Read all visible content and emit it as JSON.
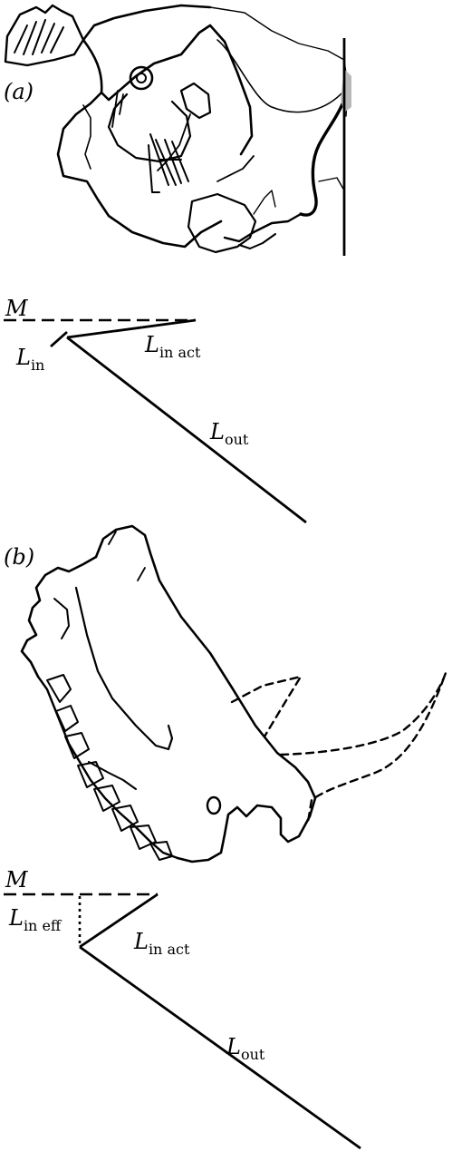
{
  "panel_a": {
    "panel_label": "(a)",
    "moment_label": "M",
    "labels": [
      {
        "id": "l-in",
        "main": "L",
        "sub": "in"
      },
      {
        "id": "l-in-act",
        "main": "L",
        "sub": "in act"
      },
      {
        "id": "l-out",
        "main": "L",
        "sub": "out"
      }
    ]
  },
  "panel_b": {
    "panel_label": "(b)",
    "moment_label": "M",
    "labels": [
      {
        "id": "l-in-eff",
        "main": "L",
        "sub": "in eff"
      },
      {
        "id": "l-in-act",
        "main": "L",
        "sub": "in act"
      },
      {
        "id": "l-out",
        "main": "L",
        "sub": "out"
      }
    ]
  },
  "colors": {
    "ink": "#000000",
    "shading": "#b8b8b8"
  }
}
